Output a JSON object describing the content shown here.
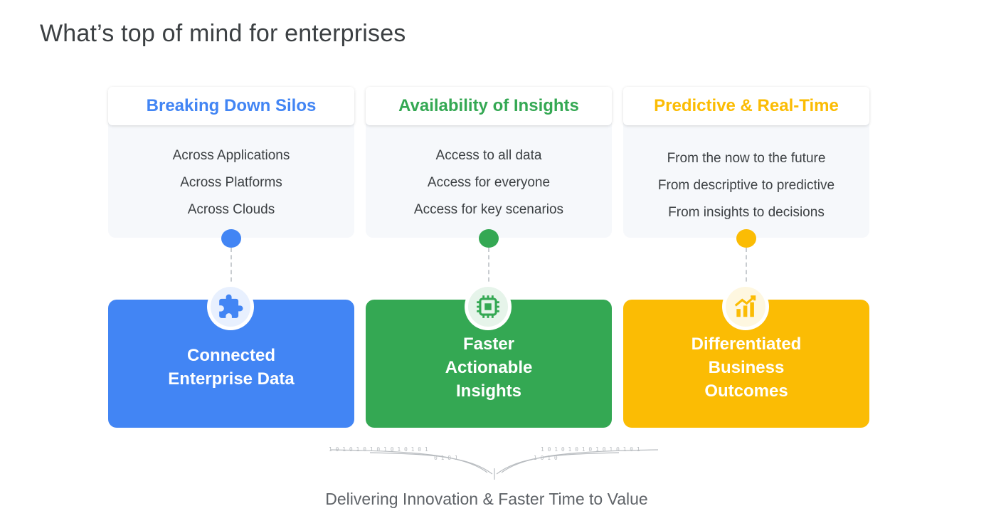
{
  "page": {
    "title": "What’s top of mind for enterprises"
  },
  "columns": [
    {
      "heading": "Breaking Down Silos",
      "heading_color": "#4285F4",
      "items": [
        "Across Applications",
        "Across Platforms",
        "Across Clouds"
      ],
      "outcome": "Connected Enterprise Data",
      "accent": "#4285F4",
      "icon": "puzzle-piece-icon"
    },
    {
      "heading": "Availability of Insights",
      "heading_color": "#34A853",
      "items": [
        "Access to all data",
        "Access for everyone",
        "Access for key scenarios"
      ],
      "outcome": "Faster Actionable Insights",
      "accent": "#34A853",
      "icon": "chip-icon"
    },
    {
      "heading": "Predictive & Real-Time",
      "heading_color": "#FBBC04",
      "items": [
        "From the now to the future",
        "From descriptive to predictive",
        "From insights to decisions"
      ],
      "outcome": "Differentiated Business Outcomes",
      "accent": "#FBBC04",
      "icon": "growth-chart-icon"
    }
  ],
  "footer": {
    "caption": "Delivering Innovation & Faster Time to Value"
  }
}
